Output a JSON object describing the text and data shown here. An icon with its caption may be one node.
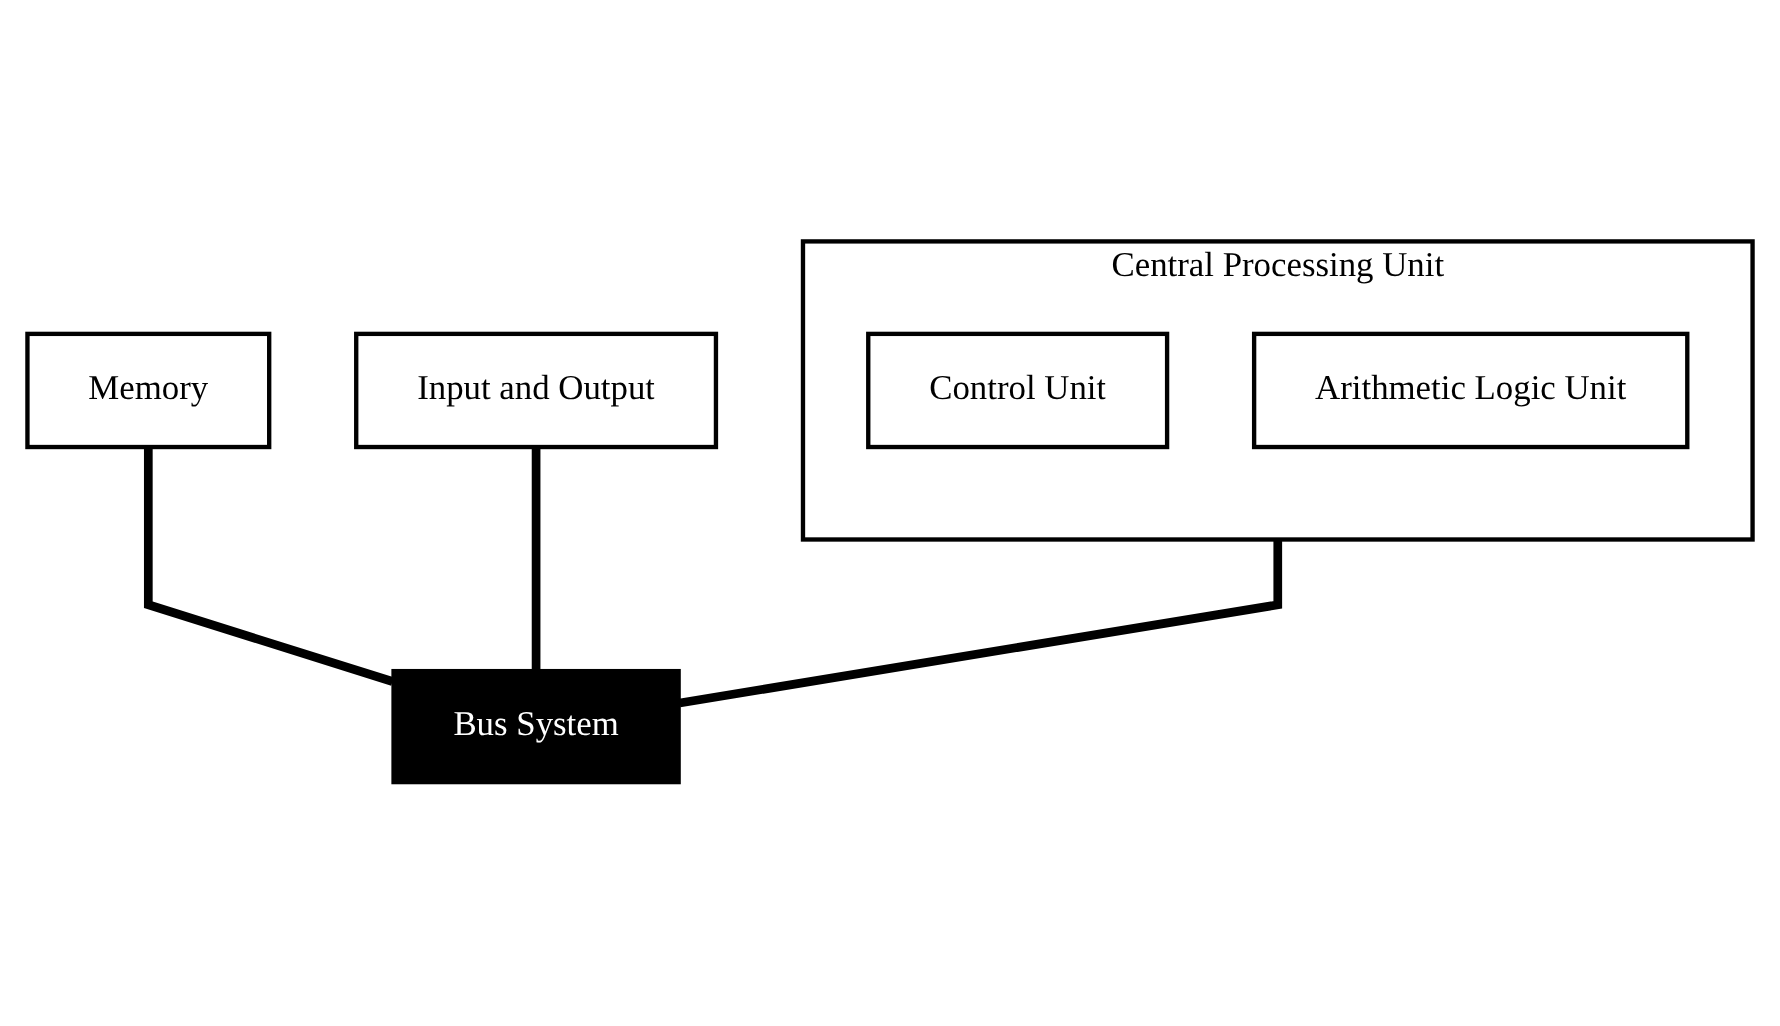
{
  "diagram": {
    "nodes": [
      {
        "text": [
          "Central Processing Unit"
        ]
      },
      {
        "text": [
          "Control Unit"
        ],
        "in": 0
      },
      {
        "text": [
          "Arithmetic Logic Unit"
        ],
        "in": 0
      },
      {
        "text": [
          "Memory"
        ]
      },
      {
        "text": [
          "Input and Output"
        ]
      },
      {
        "text": [
          "Bus System"
        ]
      }
    ],
    "edges": [
      {
        "from": 0,
        "to": 5,
        "arrow": "none"
      },
      {
        "from": 3,
        "to": 5,
        "arrow": "none"
      },
      {
        "from": 4,
        "to": 5,
        "arrow": "none"
      }
    ]
  }
}
